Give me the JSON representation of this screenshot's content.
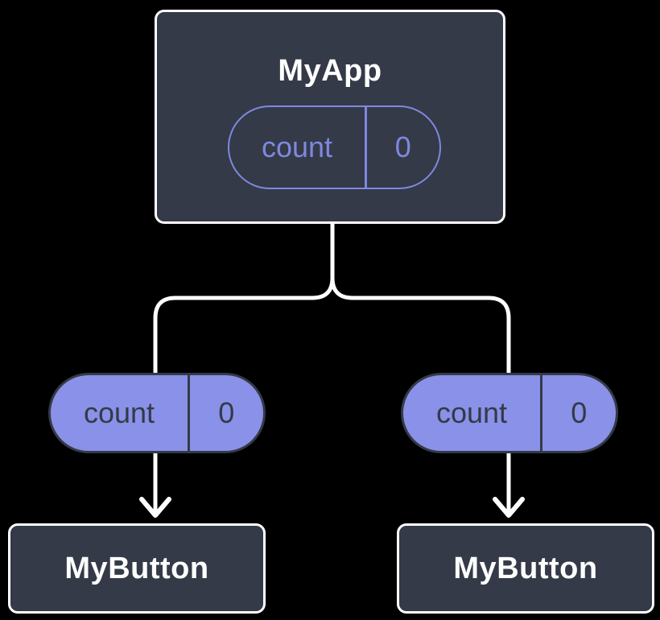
{
  "colors": {
    "background": "#000000",
    "box_fill": "#343a47",
    "box_border": "#ffffff",
    "purple_fill": "#8a91e8",
    "purple_line": "#7e88e0",
    "dark_text": "#343a47",
    "line_white": "#ffffff",
    "white_text": "#ffffff"
  },
  "diagram": {
    "root": {
      "title": "MyApp",
      "state_pill": {
        "label": "count",
        "value": "0"
      }
    },
    "children": [
      {
        "title": "MyButton",
        "prop_pill": {
          "label": "count",
          "value": "0"
        }
      },
      {
        "title": "MyButton",
        "prop_pill": {
          "label": "count",
          "value": "0"
        }
      }
    ]
  }
}
